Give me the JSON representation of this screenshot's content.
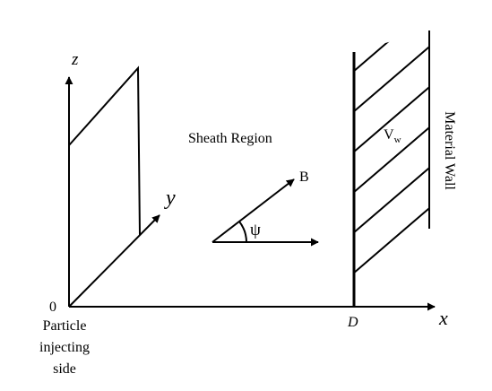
{
  "diagram": {
    "axes": {
      "z": "z",
      "y": "y",
      "x": "x"
    },
    "origin_label": "0",
    "wall_position_label": "D",
    "region_label": "Sheath Region",
    "wall_label": "Material Wall",
    "wall_potential": {
      "base": "V",
      "subscript": "w"
    },
    "field_label": "B",
    "angle_label": "ψ",
    "injection_side_label": [
      "Particle",
      "injecting",
      "side"
    ]
  }
}
